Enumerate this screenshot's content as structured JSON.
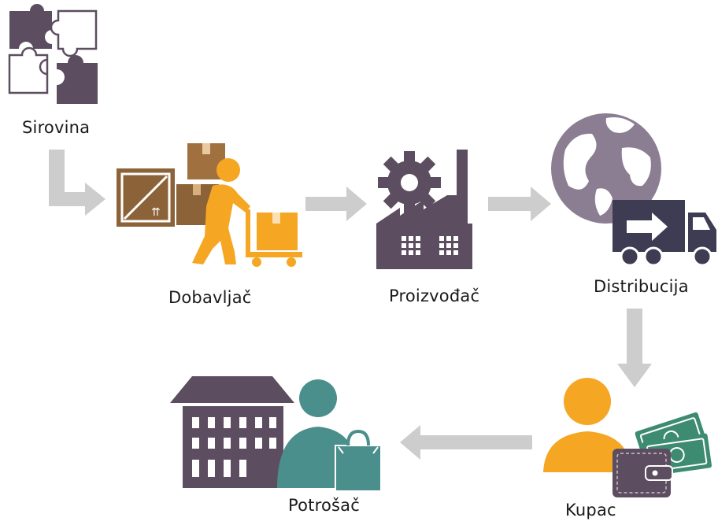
{
  "stages": {
    "raw_material": "Sirovina",
    "supplier": "Dobavljač",
    "manufacturer": "Proizvođač",
    "distribution": "Distribucija",
    "customer": "Kupac",
    "consumer": "Potrošač"
  },
  "colors": {
    "puzzle_dark": "#5d4d60",
    "arrow": "#cdcdcd",
    "box_brown": "#8c6239",
    "box_light": "#c9905a",
    "orange": "#f5a623",
    "factory": "#5d4d60",
    "globe": "#8b7e92",
    "truck": "#3e3c52",
    "building": "#5d4d60",
    "teal": "#4a8f8c",
    "money": "#3d8b70",
    "wallet": "#5d4d60"
  },
  "icons": [
    "puzzle-icon",
    "boxes-worker-icon",
    "factory-icon",
    "globe-icon",
    "truck-icon",
    "customer-wallet-icon",
    "store-icon",
    "consumer-bag-icon"
  ]
}
